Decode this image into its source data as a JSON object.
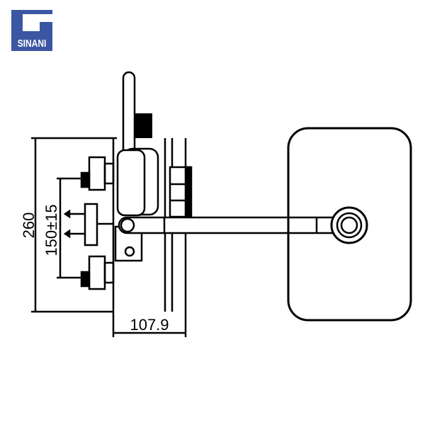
{
  "logo": {
    "text": "SINANI",
    "color": "#3b57a3"
  },
  "dimensions": {
    "height_total": "260",
    "mount_spacing": "150±15",
    "depth": "107.9"
  }
}
